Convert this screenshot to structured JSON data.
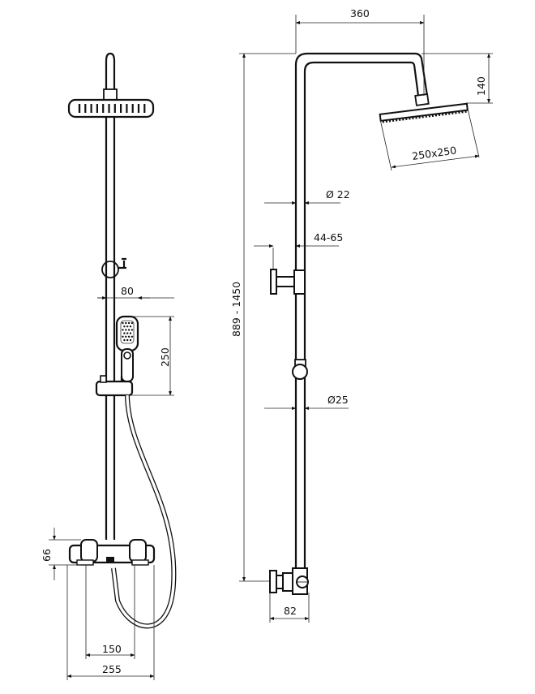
{
  "drawing": {
    "dimensions": {
      "width_360": "360",
      "height_140": "140",
      "head_250x250": "250x250",
      "dia_22": "Ø 22",
      "offset_44_65": "44-65",
      "total_height": "889 - 1450",
      "dia_25": "Ø25",
      "width_82": "82",
      "width_80": "80",
      "height_250": "250",
      "height_66": "66",
      "spacing_150": "150",
      "width_255": "255"
    }
  }
}
